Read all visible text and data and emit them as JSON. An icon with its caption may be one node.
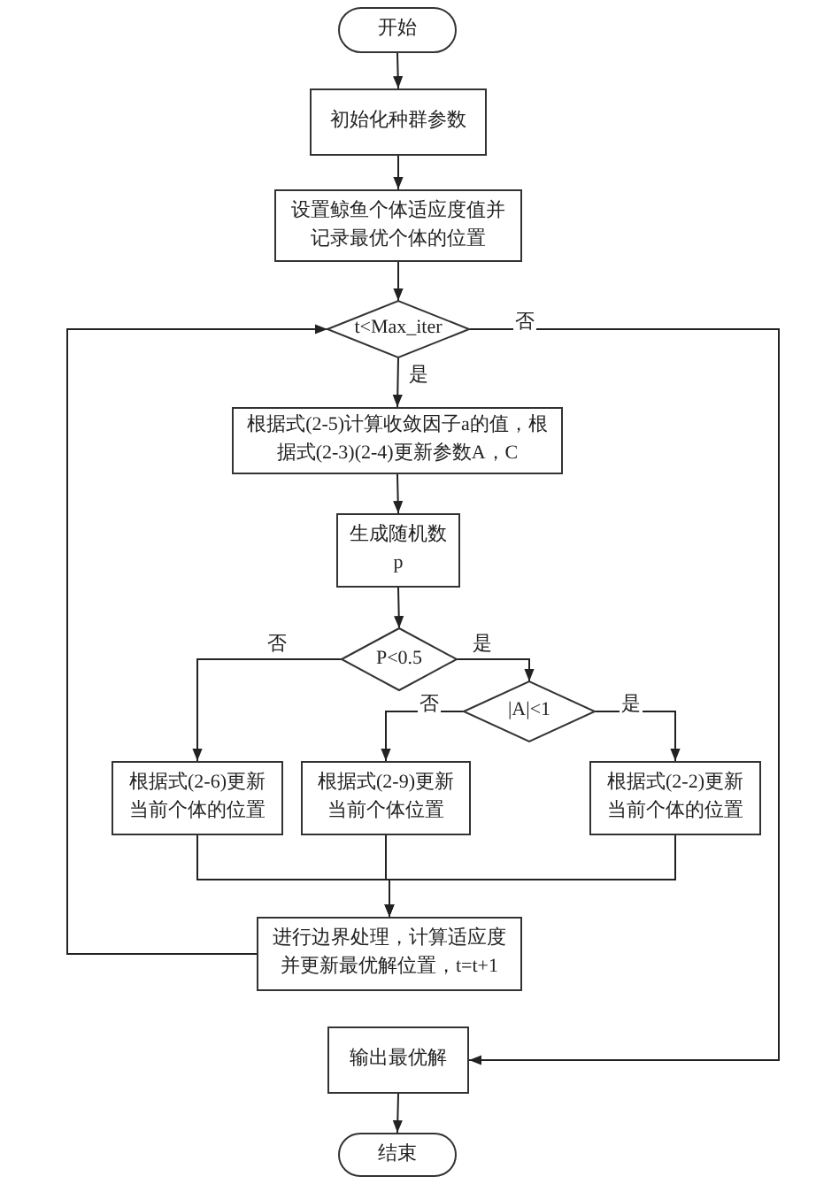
{
  "diagram": {
    "nodes": [
      {
        "text": [
          "开始"
        ]
      },
      {
        "text": [
          "初始化种群参数"
        ]
      },
      {
        "text": [
          "设置鲸鱼个体适应度值并记录最优个体的位置"
        ]
      },
      {
        "text": [
          "t<Max_iter"
        ]
      },
      {
        "text": [
          "根据式(2-5)计算收敛因子a的值，根据式(2-3)(2-4)更新参数A，C"
        ]
      },
      {
        "text": [
          "生成随机数p"
        ]
      },
      {
        "text": [
          "P<0.5"
        ]
      },
      {
        "text": [
          "|A|<1"
        ]
      },
      {
        "text": [
          "根据式(2-6)更新当前个体的位置"
        ]
      },
      {
        "text": [
          "根据式(2-9)更新当前个体位置"
        ]
      },
      {
        "text": [
          "根据式(2-2)更新当前个体的位置"
        ]
      },
      {
        "text": [
          "进行边界处理，计算适应度并更新最优解位置，t=t+1"
        ]
      },
      {
        "text": [
          "输出最优解"
        ]
      },
      {
        "text": [
          "结束"
        ]
      }
    ],
    "edges": [
      {
        "from": 0,
        "to": 1,
        "arrow": "to"
      },
      {
        "from": 1,
        "to": 2,
        "arrow": "to"
      },
      {
        "from": 2,
        "to": 3,
        "arrow": "to"
      },
      {
        "from": 3,
        "to": 4,
        "arrow": "to",
        "label": "是"
      },
      {
        "from": 4,
        "to": 5,
        "arrow": "to"
      },
      {
        "from": 5,
        "to": 6,
        "arrow": "to"
      },
      {
        "from": 6,
        "to": 8,
        "arrow": "to",
        "label": "否"
      },
      {
        "from": 6,
        "to": 7,
        "arrow": "to",
        "label": "是"
      },
      {
        "from": 7,
        "to": 9,
        "arrow": "to",
        "label": "否"
      },
      {
        "from": 7,
        "to": 10,
        "arrow": "to",
        "label": "是"
      },
      {
        "from": 8,
        "to": 11,
        "arrow": "to"
      },
      {
        "from": 9,
        "to": 11,
        "arrow": "to"
      },
      {
        "from": 10,
        "to": 11,
        "arrow": "to"
      },
      {
        "from": 11,
        "to": 3,
        "arrow": "to"
      },
      {
        "from": 3,
        "to": 12,
        "arrow": "to",
        "label": "否"
      },
      {
        "from": 12,
        "to": 13,
        "arrow": "to"
      }
    ]
  }
}
